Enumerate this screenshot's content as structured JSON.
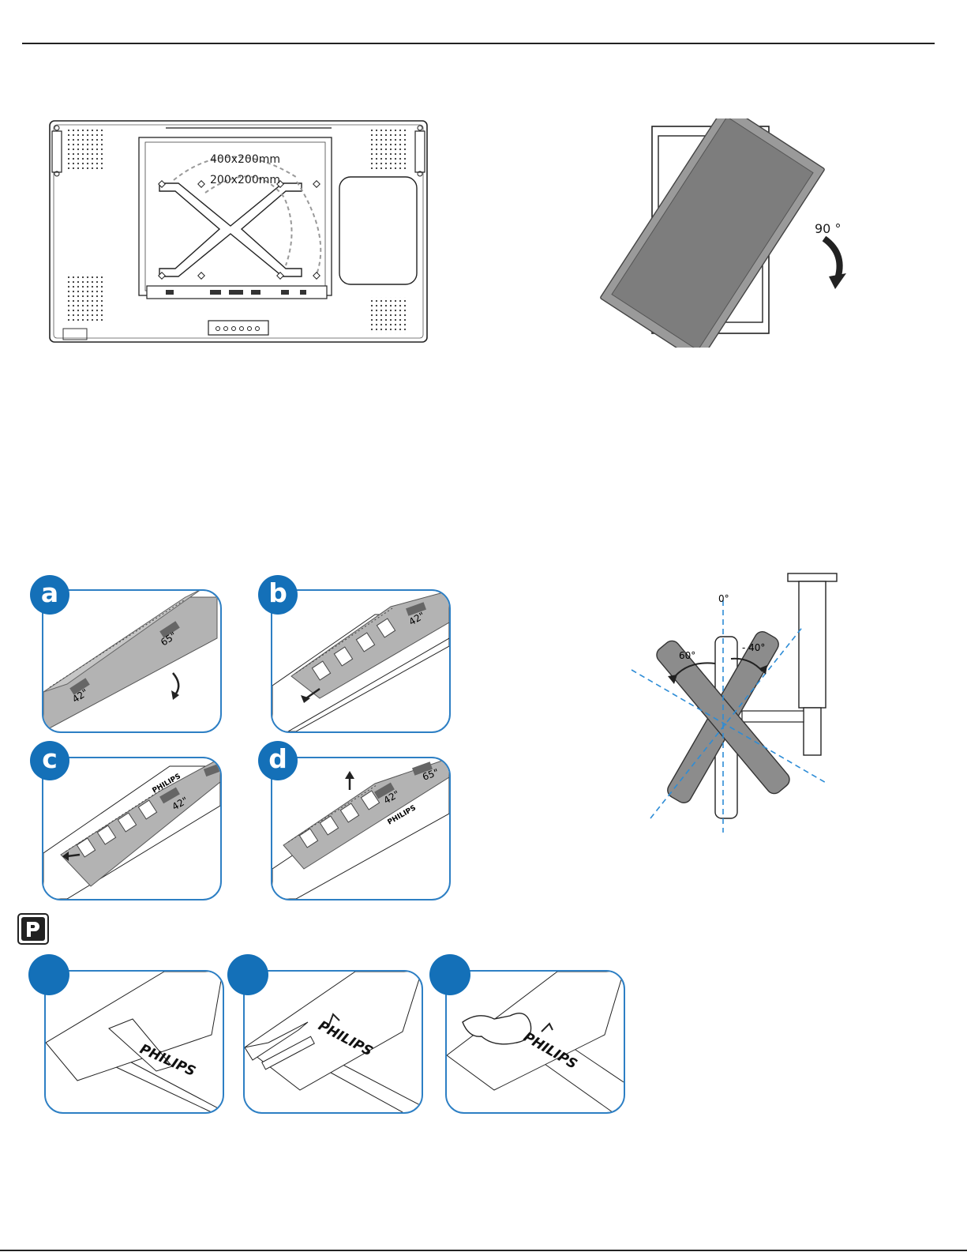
{
  "vesa_figure": {
    "label_large": "400x200mm",
    "label_small": "200x200mm"
  },
  "rotation_figure": {
    "angle_label": "90 °"
  },
  "tilt_figure": {
    "zero_label": "0°",
    "forward_label": "60°",
    "back_label": "- 40°"
  },
  "logo_steps": [
    {
      "badge": "a",
      "label_left": "42\"",
      "label_right": "65\""
    },
    {
      "badge": "b",
      "label": "42\""
    },
    {
      "badge": "c",
      "brand": "PHILIPS",
      "label": "42\""
    },
    {
      "badge": "d",
      "label_mid": "42\"",
      "label_right": "65\"",
      "brand": "PHILIPS"
    }
  ],
  "sticker_steps": [
    {
      "brand": "PHILIPS"
    },
    {
      "brand": "PHILIPS"
    },
    {
      "brand": "PHILIPS"
    }
  ],
  "colors": {
    "accent": "#1470b8",
    "panel_border": "#2d7fc4",
    "strip_gray": "#a8a8a8",
    "screen_gray": "#808080"
  }
}
